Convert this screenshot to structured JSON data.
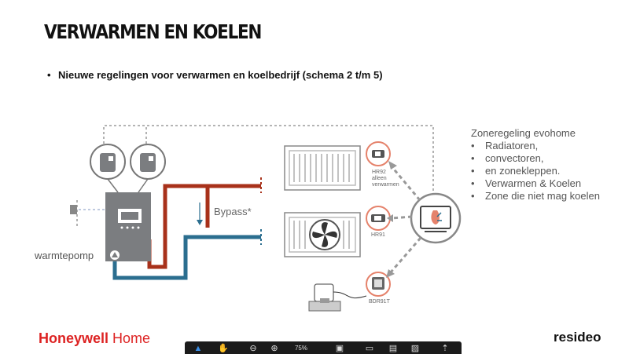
{
  "slide": {
    "title": "VERWARMEN EN KOELEN",
    "bullet_marker": "•",
    "bullet": "Nieuwe regelingen voor verwarmen en koelbedrijf (schema 2 t/m 5)"
  },
  "zone": {
    "heading": "Zoneregeling evohome",
    "marker": "•",
    "items": [
      "Radiatoren,",
      "convectoren,",
      "en zonekleppen.",
      "Verwarmen & Koelen",
      "Zone die niet mag koelen"
    ]
  },
  "labels": {
    "bypass": "Bypass*",
    "warmtepomp": "warmtepomp",
    "hr92": "HR92",
    "hr92_note1": "alleen",
    "hr92_note2": "verwarmen",
    "hr91": "HR91",
    "bdr": "BDR91T"
  },
  "footer": {
    "brand_main": "Honeywell",
    "brand_sub": "Home",
    "partner": "resideo"
  },
  "toolbar": {
    "zoom": "75%",
    "icons": [
      "pointer-icon",
      "hand-icon",
      "zoom-out-icon",
      "zoom-in-icon",
      "zoom-level",
      "page-icon",
      "fit-icon",
      "save-icon",
      "image-icon",
      "share-icon"
    ]
  },
  "colors": {
    "supply": "#a8311a",
    "return": "#2b6e8f",
    "heatpump": "#7b7d80",
    "accent_ring": "#e5826b"
  }
}
